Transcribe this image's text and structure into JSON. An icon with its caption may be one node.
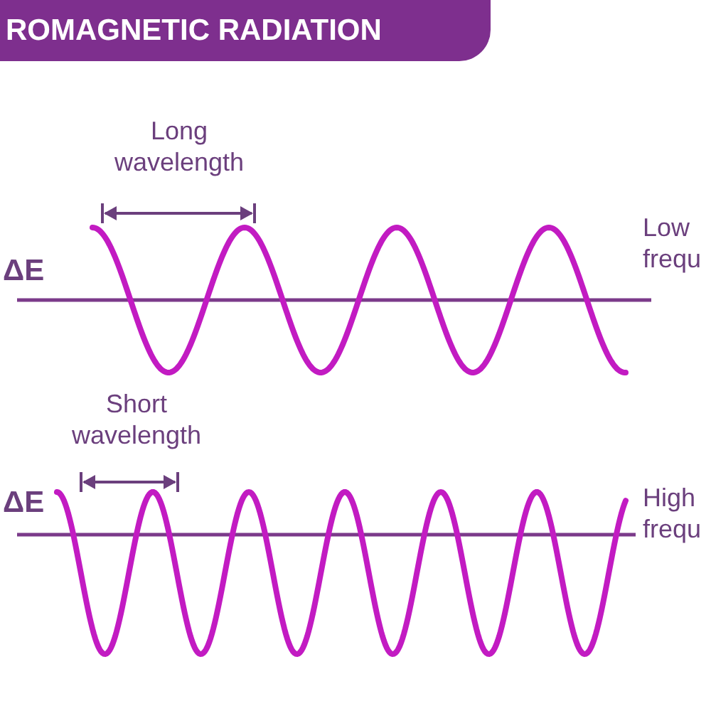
{
  "diagram": {
    "title": "ROMAGNETIC RADIATION",
    "labels": [
      "Long wavelength",
      "ΔE",
      "Low frequ",
      "Short wavelength",
      "ΔE",
      "High frequ"
    ]
  }
}
